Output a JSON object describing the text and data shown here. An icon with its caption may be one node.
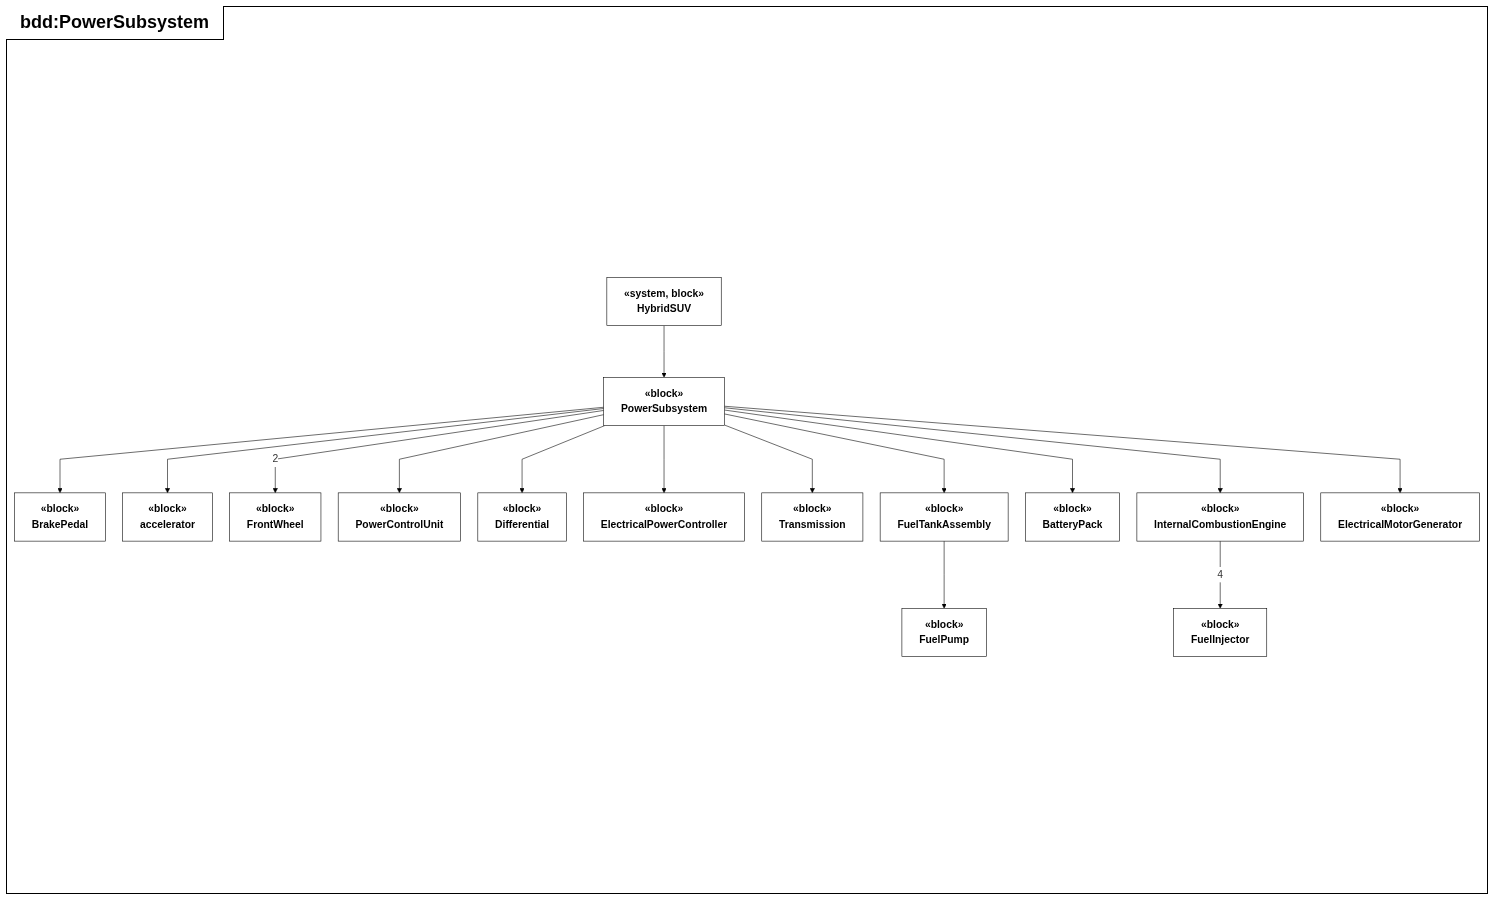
{
  "diagram": {
    "title": "bdd:PowerSubsystem",
    "nodes": [
      {
        "text": [
          "«block»",
          "BrakePedal"
        ]
      },
      {
        "text": [
          "«system, block»",
          "HybridSUV"
        ]
      },
      {
        "text": [
          "«block»",
          "accelerator"
        ]
      },
      {
        "text": [
          "«block»",
          "PowerSubsystem"
        ]
      },
      {
        "text": [
          "«block»",
          "FrontWheel"
        ]
      },
      {
        "text": [
          "«block»",
          "PowerControlUnit"
        ]
      },
      {
        "text": [
          "«block»",
          "Differential"
        ]
      },
      {
        "text": [
          "«block»",
          "ElectricalPowerController"
        ]
      },
      {
        "text": [
          "«block»",
          "Transmission"
        ]
      },
      {
        "text": [
          "«block»",
          "FuelTankAssembly"
        ]
      },
      {
        "text": [
          "«block»",
          "BatteryPack"
        ]
      },
      {
        "text": [
          "«block»",
          "InternalCombustionEngine"
        ]
      },
      {
        "text": [
          "«block»",
          "ElectricalMotorGenerator"
        ]
      },
      {
        "text": [
          "«block»",
          "FuelPump"
        ]
      },
      {
        "text": [
          "«block»",
          "FuelInjector"
        ]
      }
    ],
    "edges": [
      {
        "from": 1,
        "to": 3,
        "arrow": "to"
      },
      {
        "from": 3,
        "to": 0,
        "arrow": "to"
      },
      {
        "from": 3,
        "to": 2,
        "arrow": "to"
      },
      {
        "from": 3,
        "to": 5,
        "arrow": "to"
      },
      {
        "from": 3,
        "to": 7,
        "arrow": "to"
      },
      {
        "from": 3,
        "to": 9,
        "arrow": "to"
      },
      {
        "from": 3,
        "to": 10,
        "arrow": "to"
      },
      {
        "from": 3,
        "to": 11,
        "arrow": "to"
      },
      {
        "from": 3,
        "to": 12,
        "arrow": "to"
      },
      {
        "from": 3,
        "to": 8,
        "arrow": "to"
      },
      {
        "from": 3,
        "to": 6,
        "arrow": "to"
      },
      {
        "from": 3,
        "to": 4,
        "arrow": "to",
        "label": "2"
      },
      {
        "from": 9,
        "to": 13,
        "arrow": "to"
      },
      {
        "from": 11,
        "to": 14,
        "arrow": "to",
        "label": "4"
      }
    ]
  }
}
